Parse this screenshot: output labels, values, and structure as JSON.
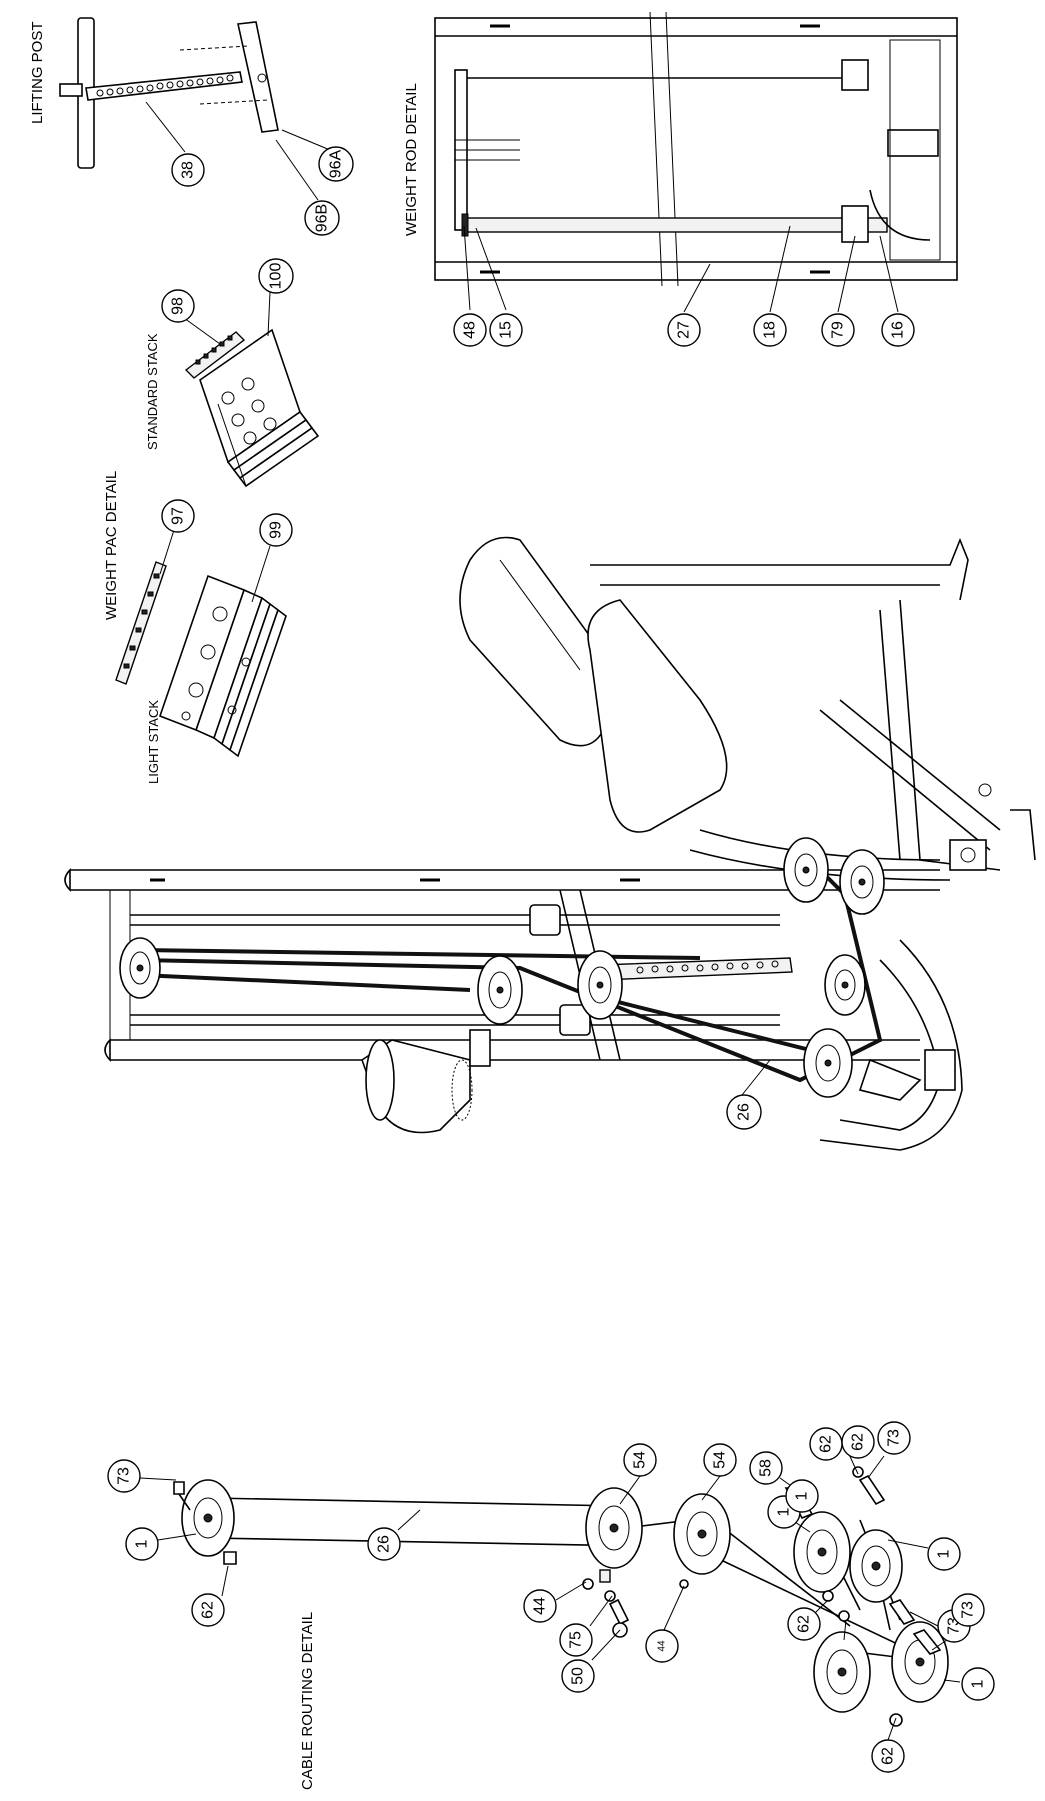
{
  "titles": {
    "lifting_post": "LIFTING POST",
    "weight_rod_detail": "WEIGHT ROD DETAIL",
    "weight_pac_detail": "WEIGHT PAC DETAIL",
    "standard_stack": "STANDARD STACK",
    "light_stack": "LIGHT STACK",
    "cable_routing_detail": "CABLE ROUTING DETAIL"
  },
  "callouts": {
    "c38": "38",
    "c96A": "96A",
    "c96B": "96B",
    "c98": "98",
    "c100": "100",
    "c97": "97",
    "c99": "99",
    "c48": "48",
    "c15": "15",
    "c27": "27",
    "c18": "18",
    "c79": "79",
    "c16": "16",
    "c26_main": "26",
    "c73_a": "73",
    "c1_a": "1",
    "c62_a": "62",
    "c26_cable": "26",
    "c44_a": "44",
    "c75": "75",
    "c50": "50",
    "c44_b": "44",
    "c54_a": "54",
    "c54_b": "54",
    "c58": "58",
    "c1_b": "1",
    "c62_b": "62",
    "c62_c": "62",
    "c1_c": "1",
    "c62_d": "62",
    "c73_b": "73",
    "c1_d": "1",
    "c73_c": "73",
    "c73_d": "73",
    "c1_e": "1",
    "c62_e": "62"
  }
}
